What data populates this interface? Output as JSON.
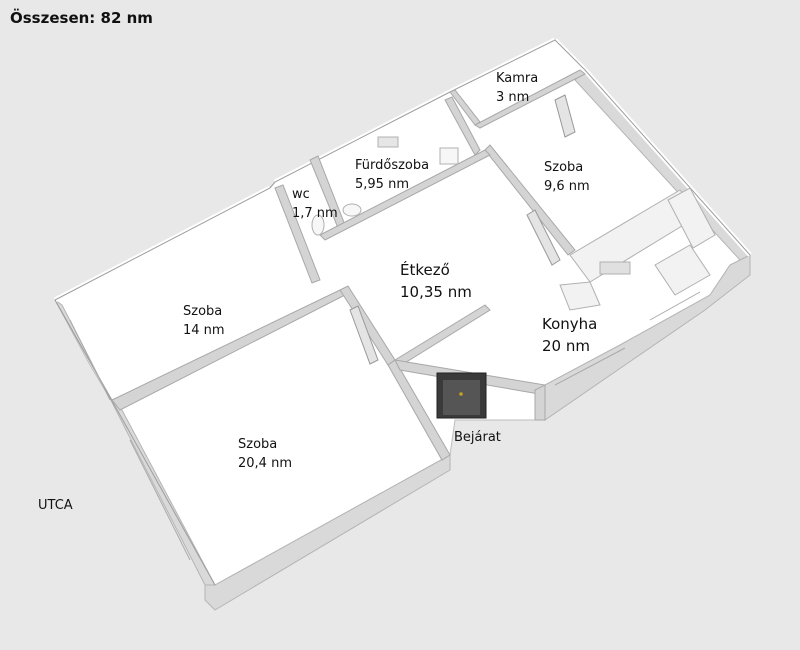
{
  "header": {
    "total": "Összesen: 82 nm"
  },
  "street": "UTCA",
  "entrance": "Bejárat",
  "rooms": [
    {
      "id": "kamra",
      "name": "Kamra",
      "area": "3 nm"
    },
    {
      "id": "furdo",
      "name": "Fürdőszoba",
      "area": "5,95 nm"
    },
    {
      "id": "wc",
      "name": "wc",
      "area": "1,7 nm"
    },
    {
      "id": "szoba96",
      "name": "Szoba",
      "area": "9,6 nm"
    },
    {
      "id": "etkezo",
      "name": "Étkező",
      "area": "10,35 nm"
    },
    {
      "id": "konyha",
      "name": "Konyha",
      "area": "20 nm"
    },
    {
      "id": "szoba14",
      "name": "Szoba",
      "area": "14 nm"
    },
    {
      "id": "szoba204",
      "name": "Szoba",
      "area": "20,4 nm"
    }
  ],
  "colors": {
    "background": "#e8e8e8",
    "floor": "#ffffff",
    "wall_top": "#ffffff",
    "wall_side": "#dcdcdc",
    "wall_inner": "#cfcfcf",
    "door": "#c8a020"
  }
}
